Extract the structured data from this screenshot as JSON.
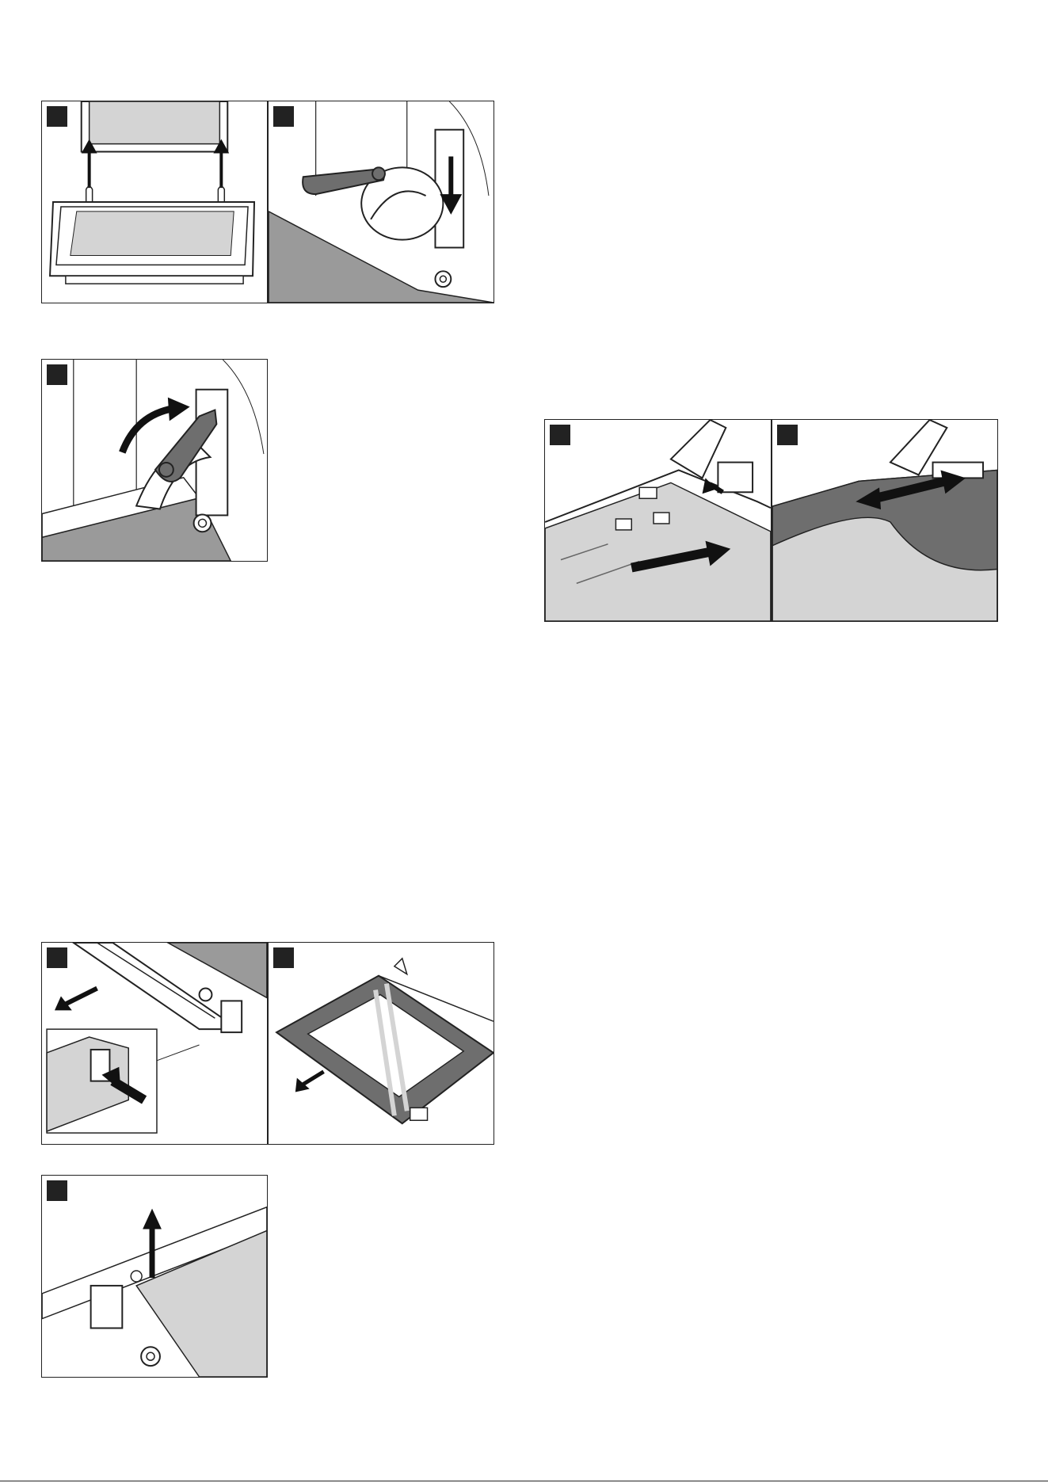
{
  "document": {
    "footer_text": "",
    "figures": [
      {
        "id": "fig-1",
        "subject": "door-lift-off"
      },
      {
        "id": "fig-2",
        "subject": "hinge-lever-down"
      },
      {
        "id": "fig-3",
        "subject": "hinge-lever-up"
      },
      {
        "id": "fig-4",
        "subject": "glass-slide-in"
      },
      {
        "id": "fig-5",
        "subject": "glass-push-home"
      },
      {
        "id": "fig-6",
        "subject": "trim-strip-removal"
      },
      {
        "id": "fig-7",
        "subject": "glass-pane-removal"
      },
      {
        "id": "fig-8",
        "subject": "clip-lift-up"
      }
    ]
  },
  "colors": {
    "outline": "#222222",
    "fill_mid": "#9a9a9a",
    "fill_light": "#d4d4d4",
    "fill_dark": "#6e6e6e",
    "arrow": "#111111"
  }
}
